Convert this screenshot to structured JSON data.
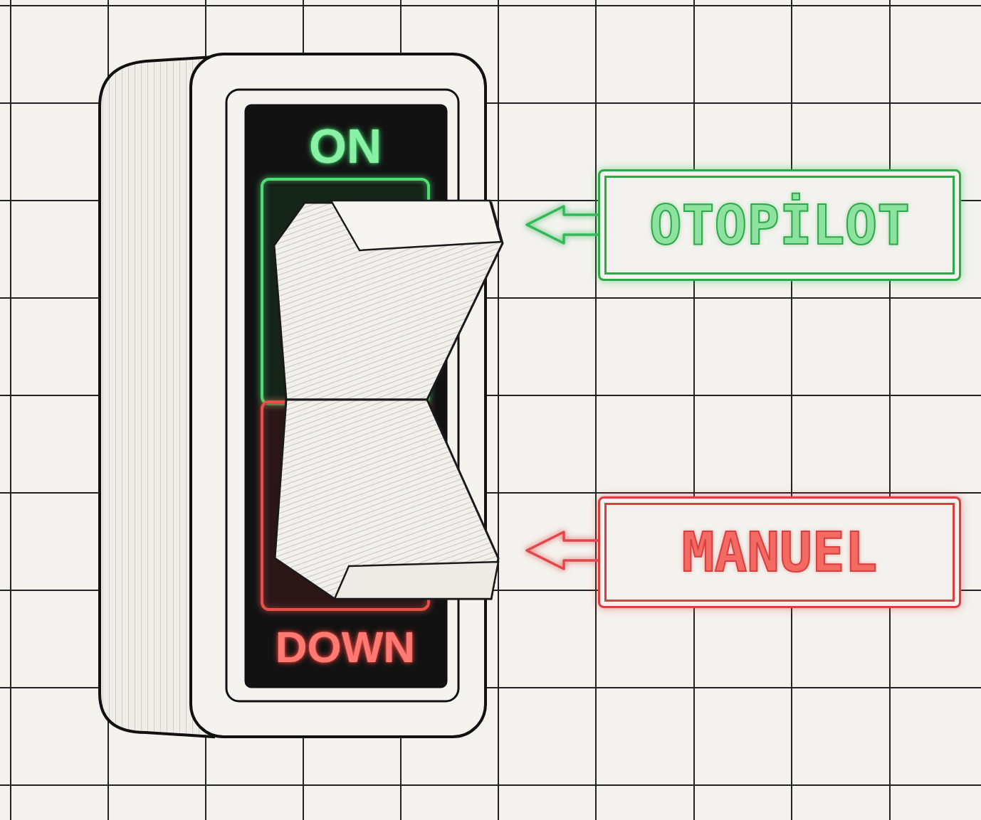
{
  "diagram": {
    "nodes": [
      {
        "text": [
          "OTOPİLOT"
        ]
      },
      {
        "text": [
          "MANUEL"
        ]
      }
    ],
    "labels": [
      "ON",
      "DOWN"
    ]
  }
}
